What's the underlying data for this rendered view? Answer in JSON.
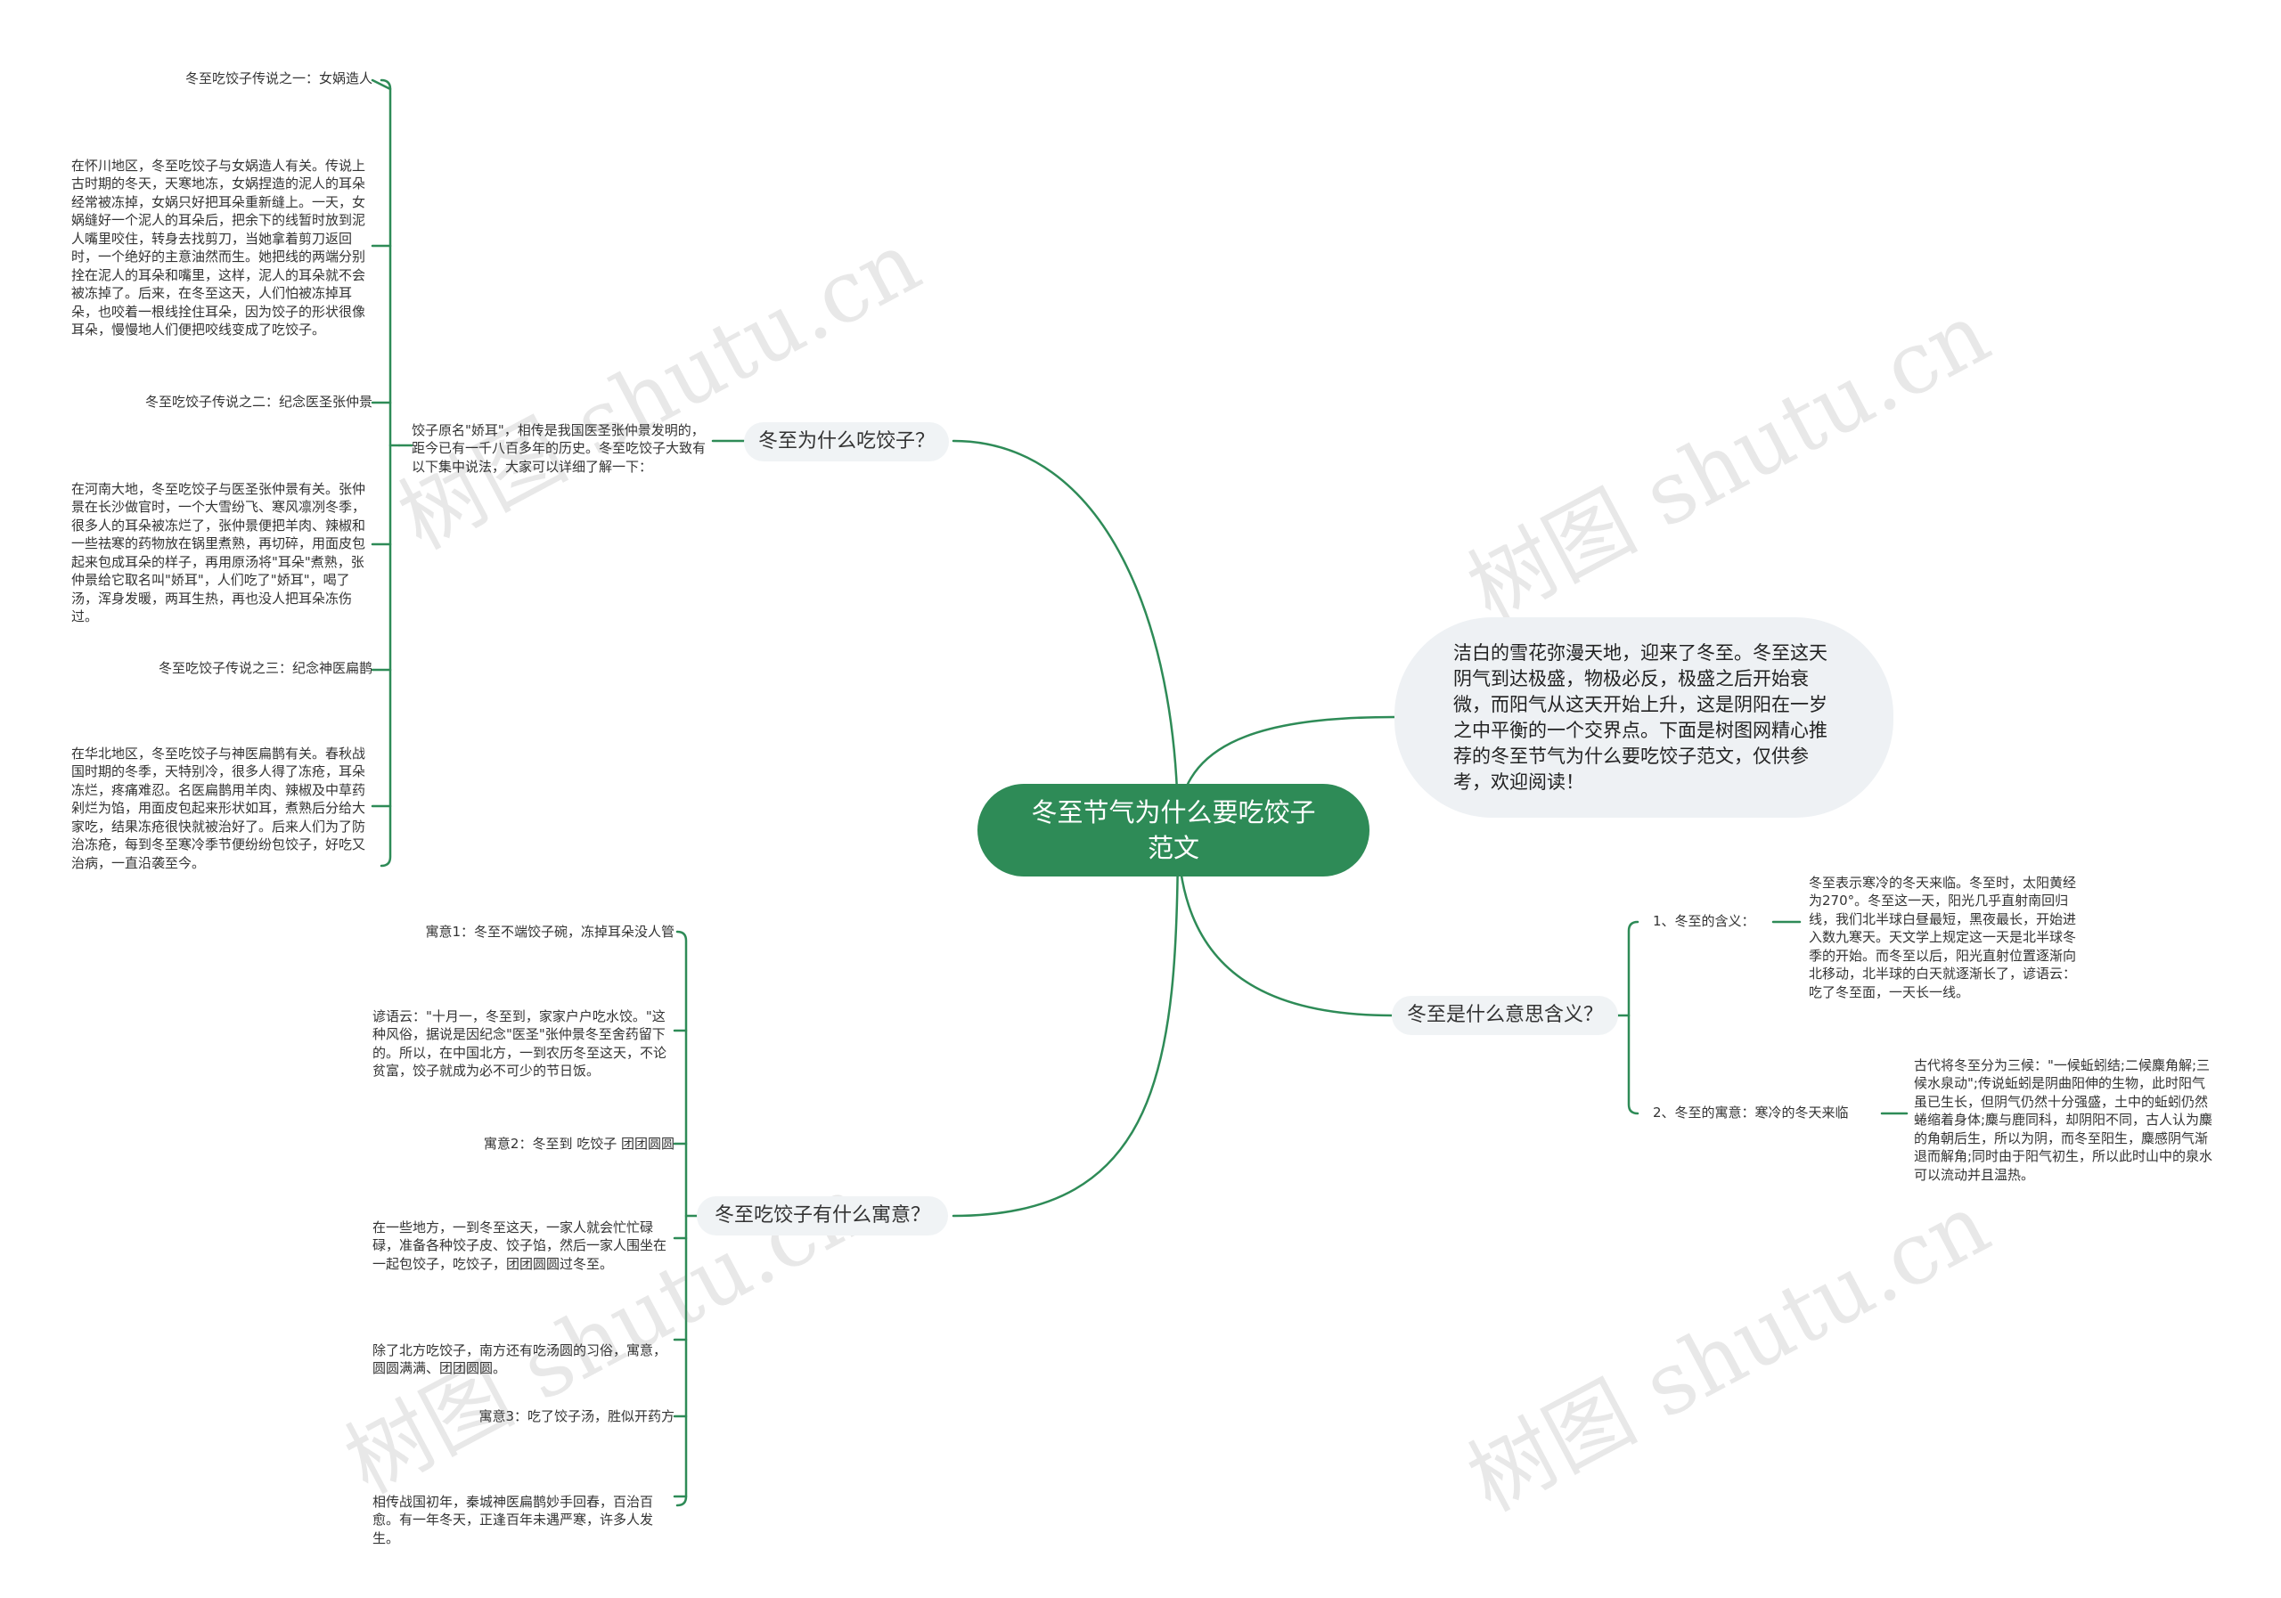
{
  "root": {
    "title": "冬至节气为什么要吃饺子范文"
  },
  "intro": {
    "text": "洁白的雪花弥漫天地，迎来了冬至。冬至这天阴气到达极盛，物极必反，极盛之后开始衰微，而阳气从这天开始上升，这是阴阳在一岁之中平衡的一个交界点。下面是树图网精心推荐的冬至节气为什么要吃饺子范文，仅供参考，欢迎阅读！"
  },
  "branch_why": {
    "label": "冬至为什么吃饺子？",
    "summary": "饺子原名\"娇耳\"，相传是我国医圣张仲景发明的，距今已有一千八百多年的历史。冬至吃饺子大致有以下集中说法，大家可以详细了解一下：",
    "legend1_title": "冬至吃饺子传说之一：女娲造人",
    "legend1_text": "在怀川地区，冬至吃饺子与女娲造人有关。传说上古时期的冬天，天寒地冻，女娲捏造的泥人的耳朵经常被冻掉，女娲只好把耳朵重新缝上。一天，女娲缝好一个泥人的耳朵后，把余下的线暂时放到泥人嘴里咬住，转身去找剪刀，当她拿着剪刀返回时，一个绝好的主意油然而生。她把线的两端分别拴在泥人的耳朵和嘴里，这样，泥人的耳朵就不会被冻掉了。后来，在冬至这天，人们怕被冻掉耳朵，也咬着一根线拴住耳朵，因为饺子的形状很像耳朵，慢慢地人们便把咬线变成了吃饺子。",
    "legend2_title": "冬至吃饺子传说之二：纪念医圣张仲景",
    "legend2_text": "在河南大地，冬至吃饺子与医圣张仲景有关。张仲景在长沙做官时，一个大雪纷飞、寒风凛冽冬季，很多人的耳朵被冻烂了，张仲景便把羊肉、辣椒和一些祛寒的药物放在锅里煮熟，再切碎，用面皮包起来包成耳朵的样子，再用原汤将\"耳朵\"煮熟，张仲景给它取名叫\"娇耳\"，人们吃了\"娇耳\"，喝了汤，浑身发暖，两耳生热，再也没人把耳朵冻伤过。",
    "legend3_title": "冬至吃饺子传说之三：纪念神医扁鹊",
    "legend3_text": "在华北地区，冬至吃饺子与神医扁鹊有关。春秋战国时期的冬季，天特别冷，很多人得了冻疮，耳朵冻烂，疼痛难忍。名医扁鹊用羊肉、辣椒及中草药剁烂为馅，用面皮包起来形状如耳，煮熟后分给大家吃，结果冻疮很快就被治好了。后来人们为了防治冻疮，每到冬至寒冷季节便纷纷包饺子，好吃又治病，一直沿袭至今。"
  },
  "branch_meaning": {
    "label": "冬至是什么意思含义？",
    "sub1_label": "1、冬至的含义：",
    "sub1_text": "冬至表示寒冷的冬天来临。冬至时，太阳黄经为270°。冬至这一天，阳光几乎直射南回归线，我们北半球白昼最短，黑夜最长，开始进入数九寒天。天文学上规定这一天是北半球冬季的开始。而冬至以后，阳光直射位置逐渐向北移动，北半球的白天就逐渐长了，谚语云：吃了冬至面，一天长一线。",
    "sub2_label": "2、冬至的寓意：寒冷的冬天来临",
    "sub2_text": "古代将冬至分为三候：\"一候蚯蚓结;二候麋角解;三候水泉动\";传说蚯蚓是阴曲阳伸的生物，此时阳气虽已生长，但阴气仍然十分强盛，土中的蚯蚓仍然蜷缩着身体;麋与鹿同科，却阴阳不同，古人认为麋的角朝后生，所以为阴，而冬至阳生，麋感阴气渐退而解角;同时由于阳气初生，所以此时山中的泉水可以流动并且温热。"
  },
  "branch_omen": {
    "label": "冬至吃饺子有什么寓意？",
    "omen1_title": "寓意1：冬至不端饺子碗，冻掉耳朵没人管",
    "omen1_text": "谚语云：\"十月一，冬至到，家家户户吃水饺。\"这种风俗，据说是因纪念\"医圣\"张仲景冬至舍药留下的。所以，在中国北方，一到农历冬至这天，不论贫富，饺子就成为必不可少的节日饭。",
    "omen2_title": "寓意2：冬至到 吃饺子 团团圆圆",
    "omen2_text": "在一些地方，一到冬至这天，一家人就会忙忙碌碌，准备各种饺子皮、饺子馅，然后一家人围坐在一起包饺子，吃饺子，团团圆圆过冬至。",
    "omen2_text_b": "除了北方吃饺子，南方还有吃汤圆的习俗，寓意，圆圆满满、团团圆圆。",
    "omen3_title": "寓意3：吃了饺子汤，胜似开药方",
    "omen3_text": "相传战国初年，秦城神医扁鹊妙手回春，百治百愈。有一年冬天，正逢百年未遇严寒，许多人发生。"
  },
  "watermark": "树图 shutu.cn",
  "colors": {
    "line": "#2e8b57",
    "root_bg": "#2e8b57",
    "node_bg": "#f0f3f5",
    "text": "#333333"
  }
}
